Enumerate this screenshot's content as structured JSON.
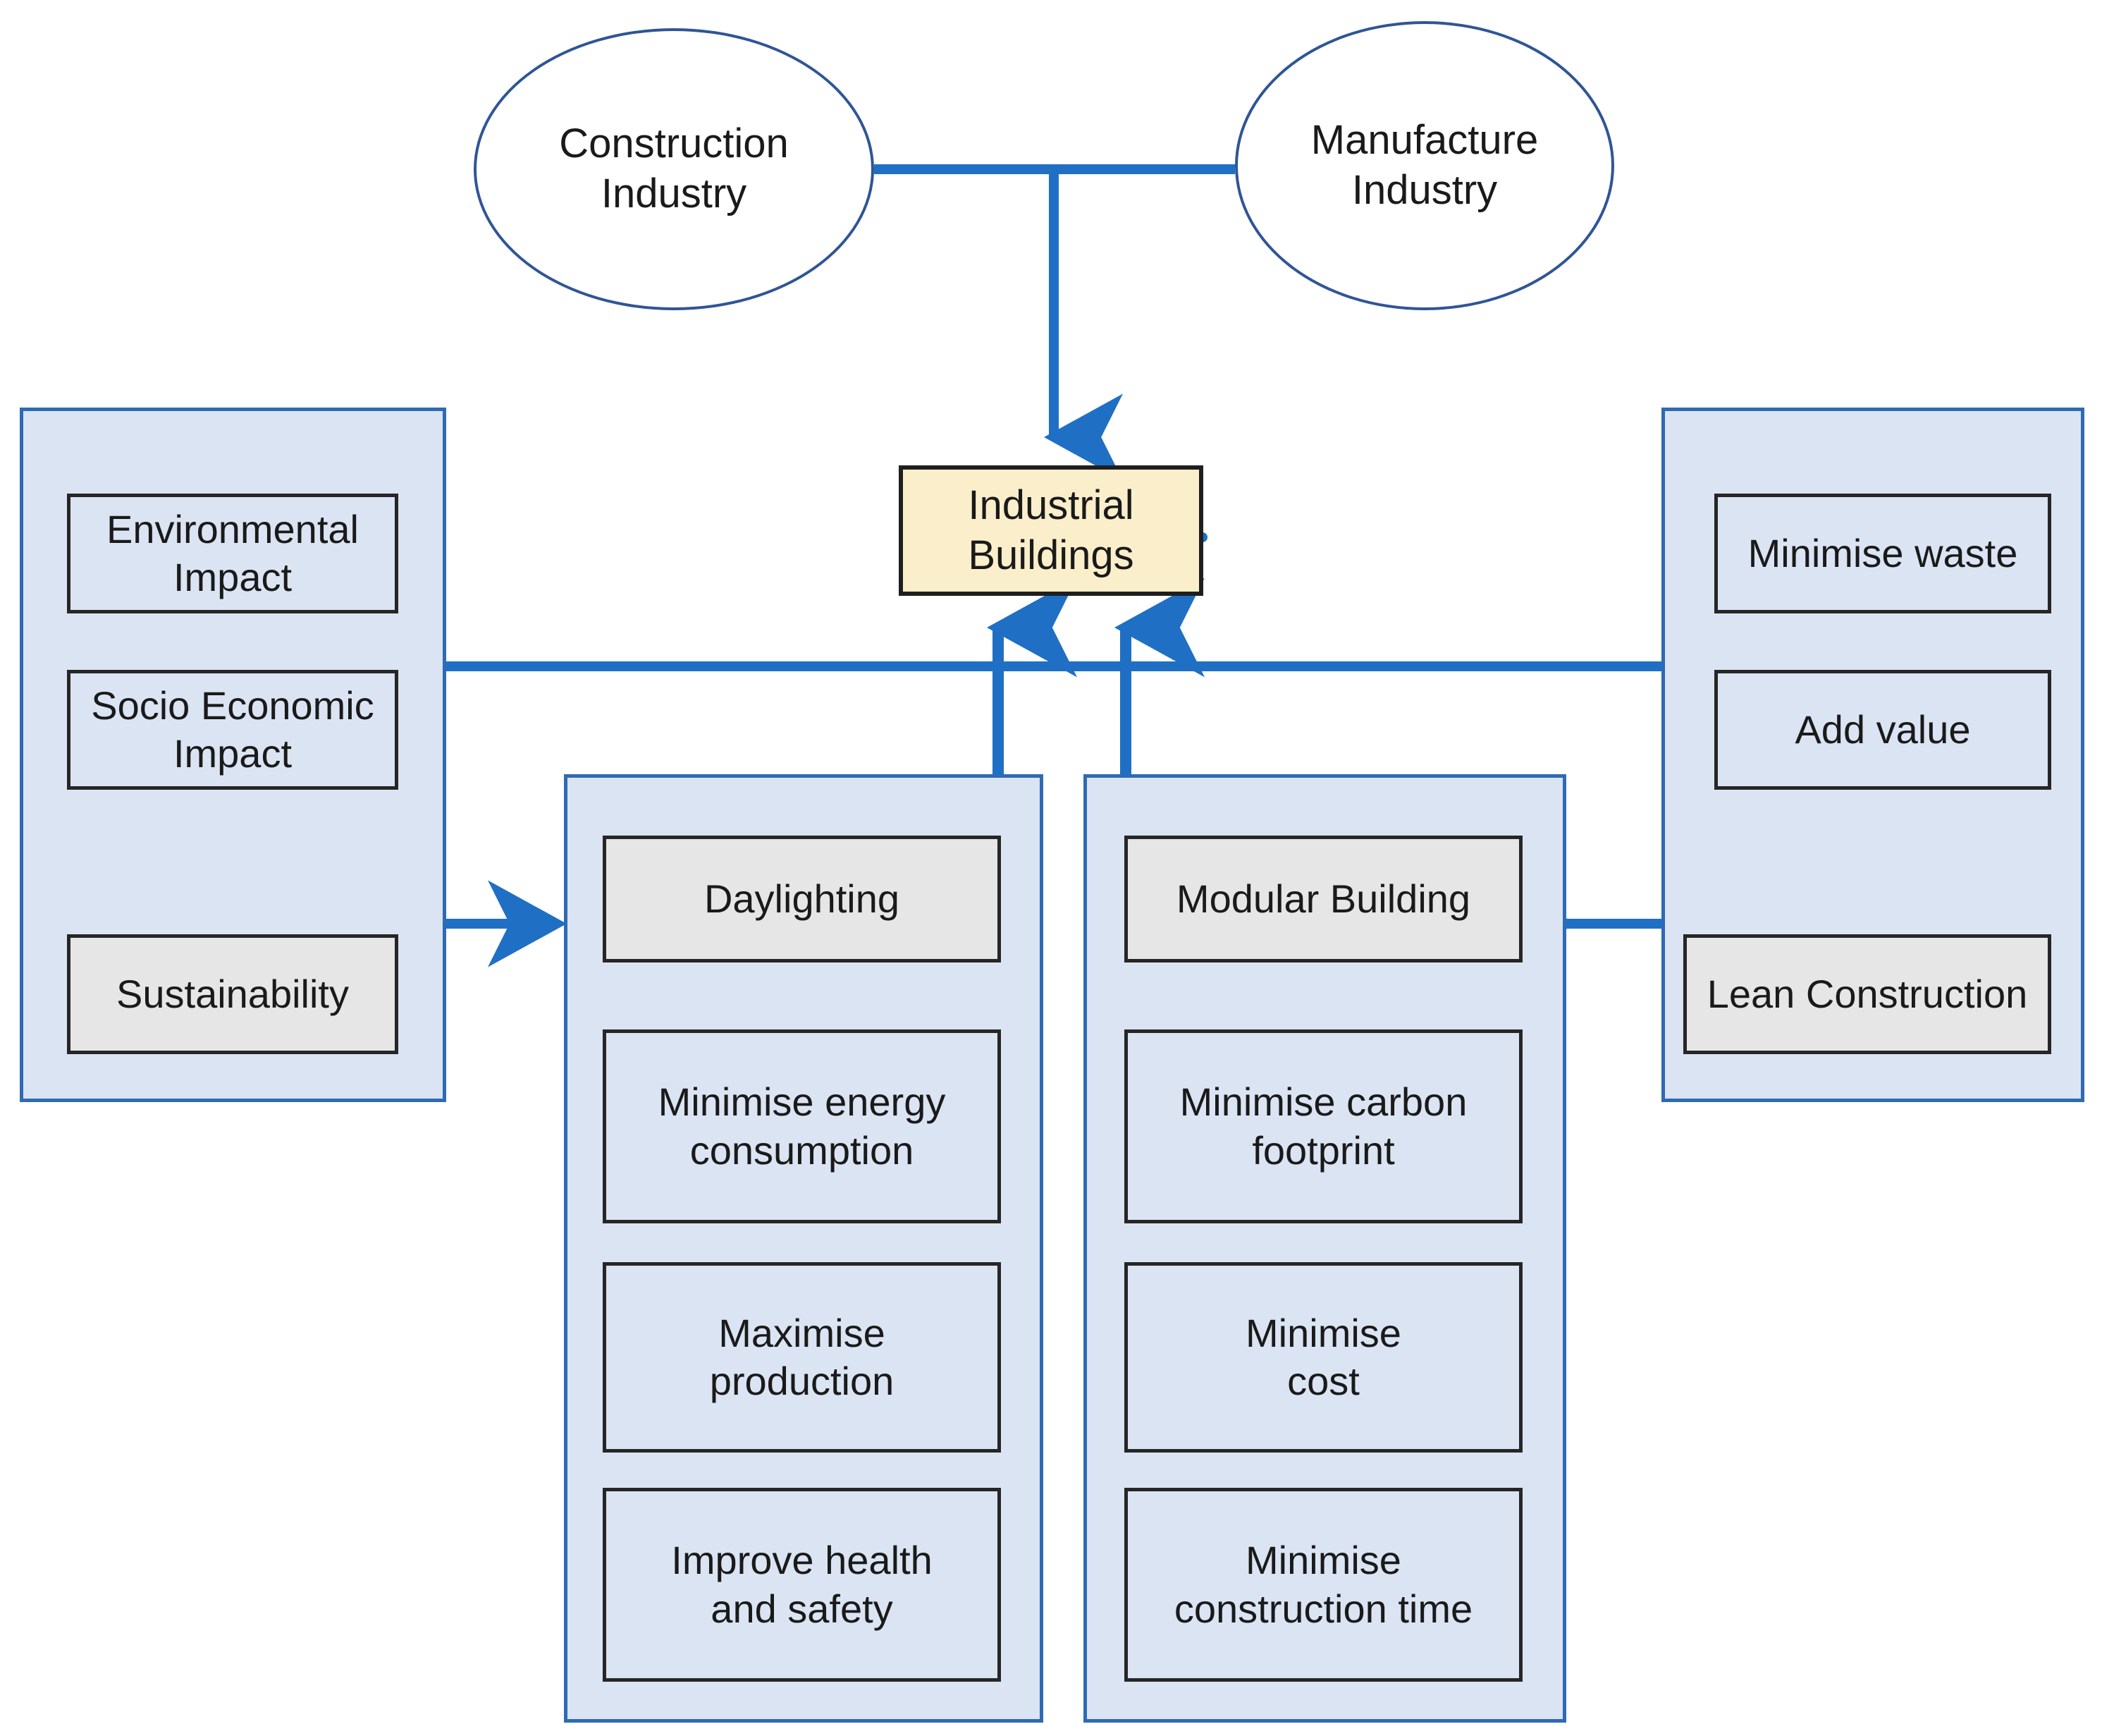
{
  "diagram": {
    "title": "Industrial Buildings conceptual framework",
    "colors": {
      "connector_blue": "#1f6fc4",
      "ellipse_stroke": "#2f5597",
      "panel_fill": "#dbe4f3",
      "panel_stroke": "#2f6ab4",
      "rect_blue_fill": "#dbe4f3",
      "rect_gray_fill": "#e6e6e6",
      "rect_cream_fill": "#fbeecb",
      "rect_stroke": "#262626",
      "text": "#1a1a1a"
    }
  },
  "top_nodes": [
    {
      "id": "construction-industry",
      "label": "Construction\nIndustry"
    },
    {
      "id": "manufacture-industry",
      "label": "Manufacture\nIndustry"
    }
  ],
  "center_node": {
    "id": "industrial-buildings",
    "label": "Industrial\nBuildings"
  },
  "panels": [
    {
      "id": "sustainability-panel",
      "position": "left",
      "boxes": [
        {
          "id": "environmental-impact",
          "label": "Environmental\nImpact",
          "fill": "blue"
        },
        {
          "id": "socio-economic-impact",
          "label": "Socio Economic\nImpact",
          "fill": "blue"
        },
        {
          "id": "sustainability",
          "label": "Sustainability",
          "fill": "gray"
        }
      ]
    },
    {
      "id": "daylighting-panel",
      "position": "center-left",
      "boxes": [
        {
          "id": "daylighting",
          "label": "Daylighting",
          "fill": "gray"
        },
        {
          "id": "minimise-energy-consumption",
          "label": "Minimise energy\nconsumption",
          "fill": "blue"
        },
        {
          "id": "maximise-production",
          "label": "Maximise\nproduction",
          "fill": "blue"
        },
        {
          "id": "improve-health-and-safety",
          "label": "Improve health\nand safety",
          "fill": "blue"
        }
      ]
    },
    {
      "id": "modular-building-panel",
      "position": "center-right",
      "boxes": [
        {
          "id": "modular-building",
          "label": "Modular Building",
          "fill": "gray"
        },
        {
          "id": "minimise-carbon-footprint",
          "label": "Minimise carbon\nfootprint",
          "fill": "blue"
        },
        {
          "id": "minimise-cost",
          "label": "Minimise\ncost",
          "fill": "blue"
        },
        {
          "id": "minimise-construction-time",
          "label": "Minimise\nconstruction time",
          "fill": "blue"
        }
      ]
    },
    {
      "id": "lean-construction-panel",
      "position": "right",
      "boxes": [
        {
          "id": "minimise-waste",
          "label": "Minimise waste",
          "fill": "blue"
        },
        {
          "id": "add-value",
          "label": "Add value",
          "fill": "blue"
        },
        {
          "id": "lean-construction",
          "label": "Lean Construction",
          "fill": "gray"
        }
      ]
    }
  ],
  "connectors": [
    {
      "id": "construction-to-junction",
      "from": "construction-industry",
      "to": "junction",
      "arrow": false
    },
    {
      "id": "manufacture-to-junction",
      "from": "manufacture-industry",
      "to": "junction",
      "arrow": false
    },
    {
      "id": "junction-to-industrial-buildings",
      "from": "junction",
      "to": "industrial-buildings",
      "arrow": true
    },
    {
      "id": "daylighting-to-industrial-buildings",
      "from": "daylighting-panel",
      "to": "industrial-buildings",
      "arrow": true
    },
    {
      "id": "modular-to-industrial-buildings",
      "from": "modular-building-panel",
      "to": "industrial-buildings",
      "arrow": true
    },
    {
      "id": "sustainability-to-daylighting",
      "from": "sustainability-panel",
      "to": "daylighting-panel",
      "arrow": true
    },
    {
      "id": "lean-to-modular",
      "from": "lean-construction-panel",
      "to": "modular-building-panel",
      "arrow": true
    },
    {
      "id": "minimise-energy-to-maximise-production",
      "from": "minimise-energy-consumption",
      "to": "maximise-production",
      "arrow": false
    },
    {
      "id": "maximise-production-to-improve-health",
      "from": "maximise-production",
      "to": "improve-health-and-safety",
      "arrow": false
    },
    {
      "id": "carbon-to-cost",
      "from": "minimise-carbon-footprint",
      "to": "minimise-cost",
      "arrow": false
    },
    {
      "id": "cost-to-construction-time",
      "from": "minimise-cost",
      "to": "minimise-construction-time",
      "arrow": false
    }
  ]
}
